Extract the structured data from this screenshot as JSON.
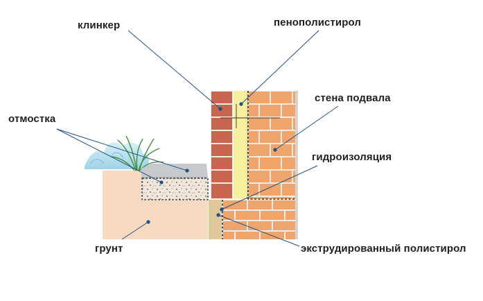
{
  "labels": {
    "clinker": "клинкер",
    "polystyrene_foam": "пенополистирол",
    "basement_wall": "стена подвала",
    "blind_area": "отмостка",
    "waterproofing": "гидроизоляция",
    "soil": "грунт",
    "extruded_polystyrene": "экструдированный полистирол"
  },
  "colors": {
    "clinker_brick": "#c8654e",
    "basement_brick": "#efa56c",
    "mortar": "#f4ece4",
    "insulation": "#f7efa0",
    "extruded_board": "#dfc79a",
    "soil": "#f8d9c2",
    "gravel": "#f0e6dc",
    "paving": "#c7c9cc",
    "leader_line": "#1e4f86"
  }
}
